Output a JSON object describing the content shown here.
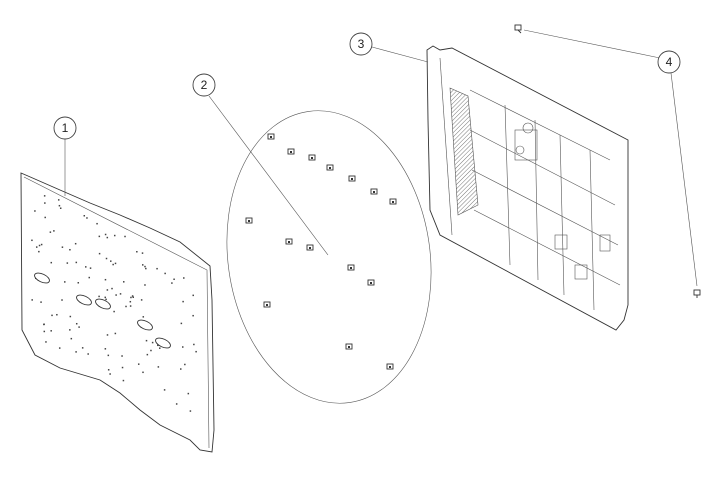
{
  "callouts": [
    {
      "id": "1",
      "label": "1"
    },
    {
      "id": "2",
      "label": "2"
    },
    {
      "id": "3",
      "label": "3"
    },
    {
      "id": "4",
      "label": "4"
    }
  ],
  "colors": {
    "line": "#333333",
    "hatch": "#777777",
    "background": "#ffffff"
  }
}
